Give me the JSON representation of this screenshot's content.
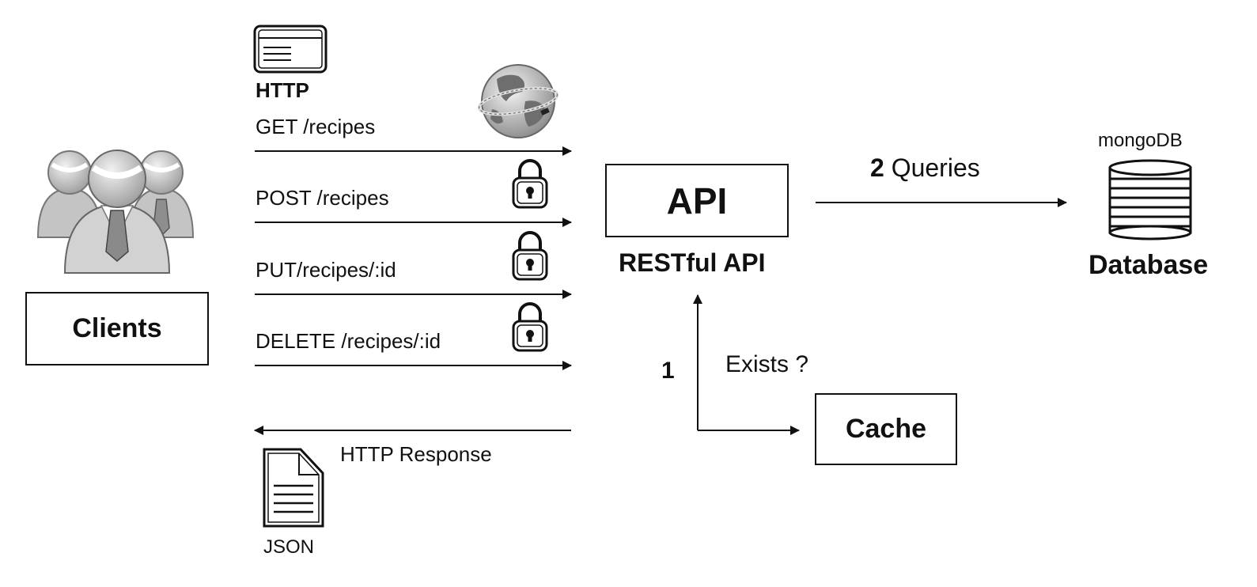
{
  "http": {
    "title": "HTTP",
    "requests": [
      {
        "label": "GET /recipes",
        "locked": false
      },
      {
        "label": "POST /recipes",
        "locked": true
      },
      {
        "label": "PUT/recipes/:id",
        "locked": true
      },
      {
        "label": "DELETE /recipes/:id",
        "locked": true
      }
    ],
    "response_label": "HTTP Response",
    "payload_label": "JSON"
  },
  "clients": {
    "label": "Clients"
  },
  "api": {
    "box_label": "API",
    "caption": "RESTful API"
  },
  "queries": {
    "step": "2",
    "label": "Queries"
  },
  "database": {
    "brand": "mongoDB",
    "label": "Database"
  },
  "cache": {
    "step": "1",
    "question": "Exists ?",
    "label": "Cache"
  },
  "icons": [
    "people-icon",
    "browser-window-icon",
    "globe-icon",
    "padlock-icon",
    "json-document-icon",
    "database-icon"
  ],
  "colors": {
    "ink": "#111111",
    "icon_gray": "#b9b9b9",
    "background": "#ffffff"
  }
}
